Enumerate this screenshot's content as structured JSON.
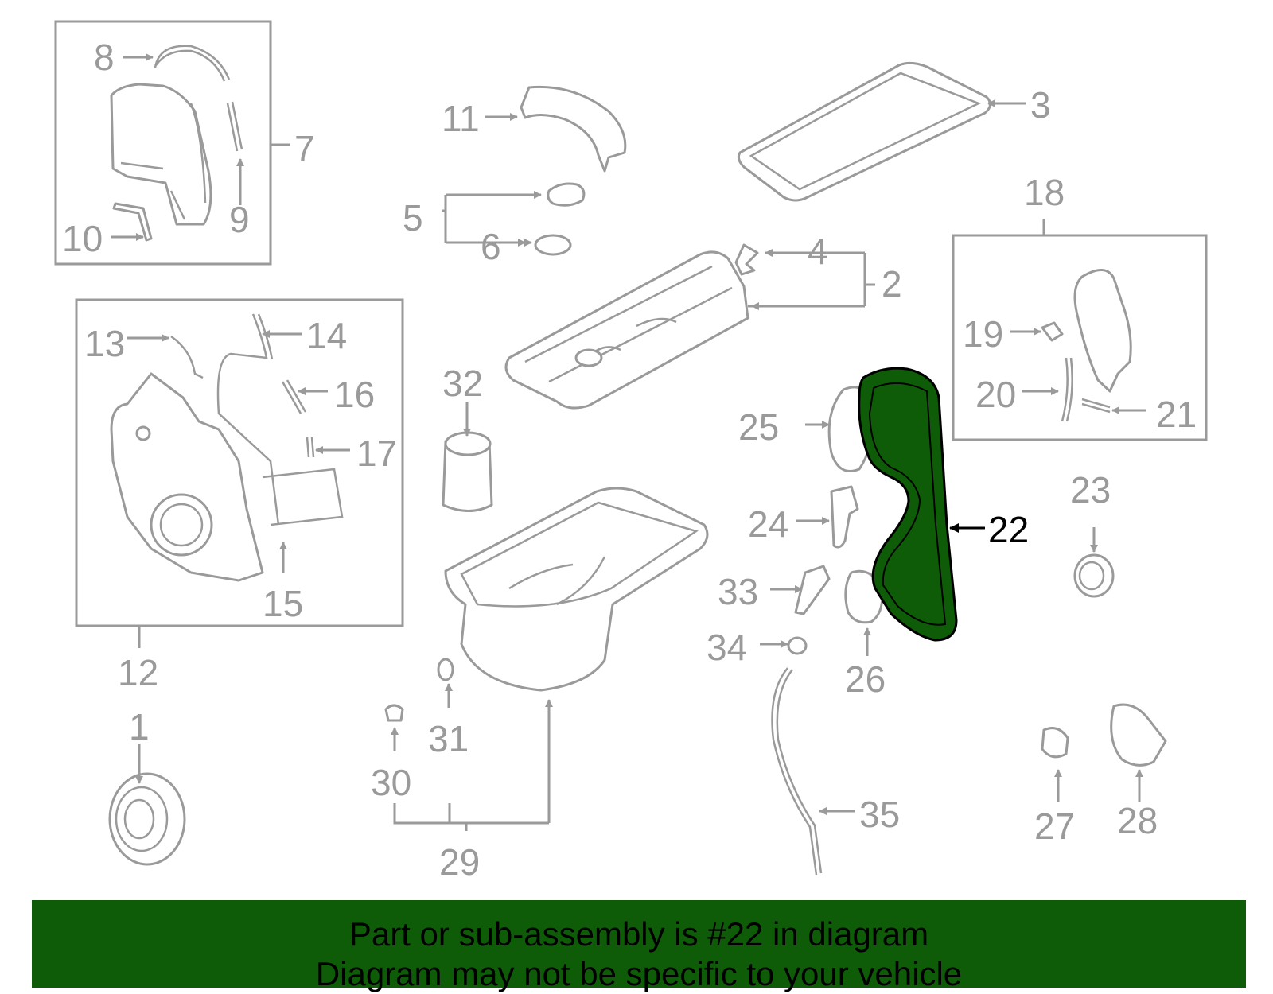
{
  "highlight_color": "#0f5c08",
  "callout_color": "#9a9a9a",
  "highlighted_part": "22",
  "labels": {
    "l1": "1",
    "l2": "2",
    "l3": "3",
    "l4": "4",
    "l5": "5",
    "l6": "6",
    "l7": "7",
    "l8": "8",
    "l9": "9",
    "l10": "10",
    "l11": "11",
    "l12": "12",
    "l13": "13",
    "l14": "14",
    "l15": "15",
    "l16": "16",
    "l17": "17",
    "l18": "18",
    "l19": "19",
    "l20": "20",
    "l21": "21",
    "l22": "22",
    "l23": "23",
    "l24": "24",
    "l25": "25",
    "l26": "26",
    "l27": "27",
    "l28": "28",
    "l29": "29",
    "l30": "30",
    "l31": "31",
    "l32": "32",
    "l33": "33",
    "l34": "34",
    "l35": "35"
  },
  "banner": {
    "line1": "Part or sub-assembly is #22 in diagram",
    "line2": "Diagram may not be specific to your vehicle"
  }
}
